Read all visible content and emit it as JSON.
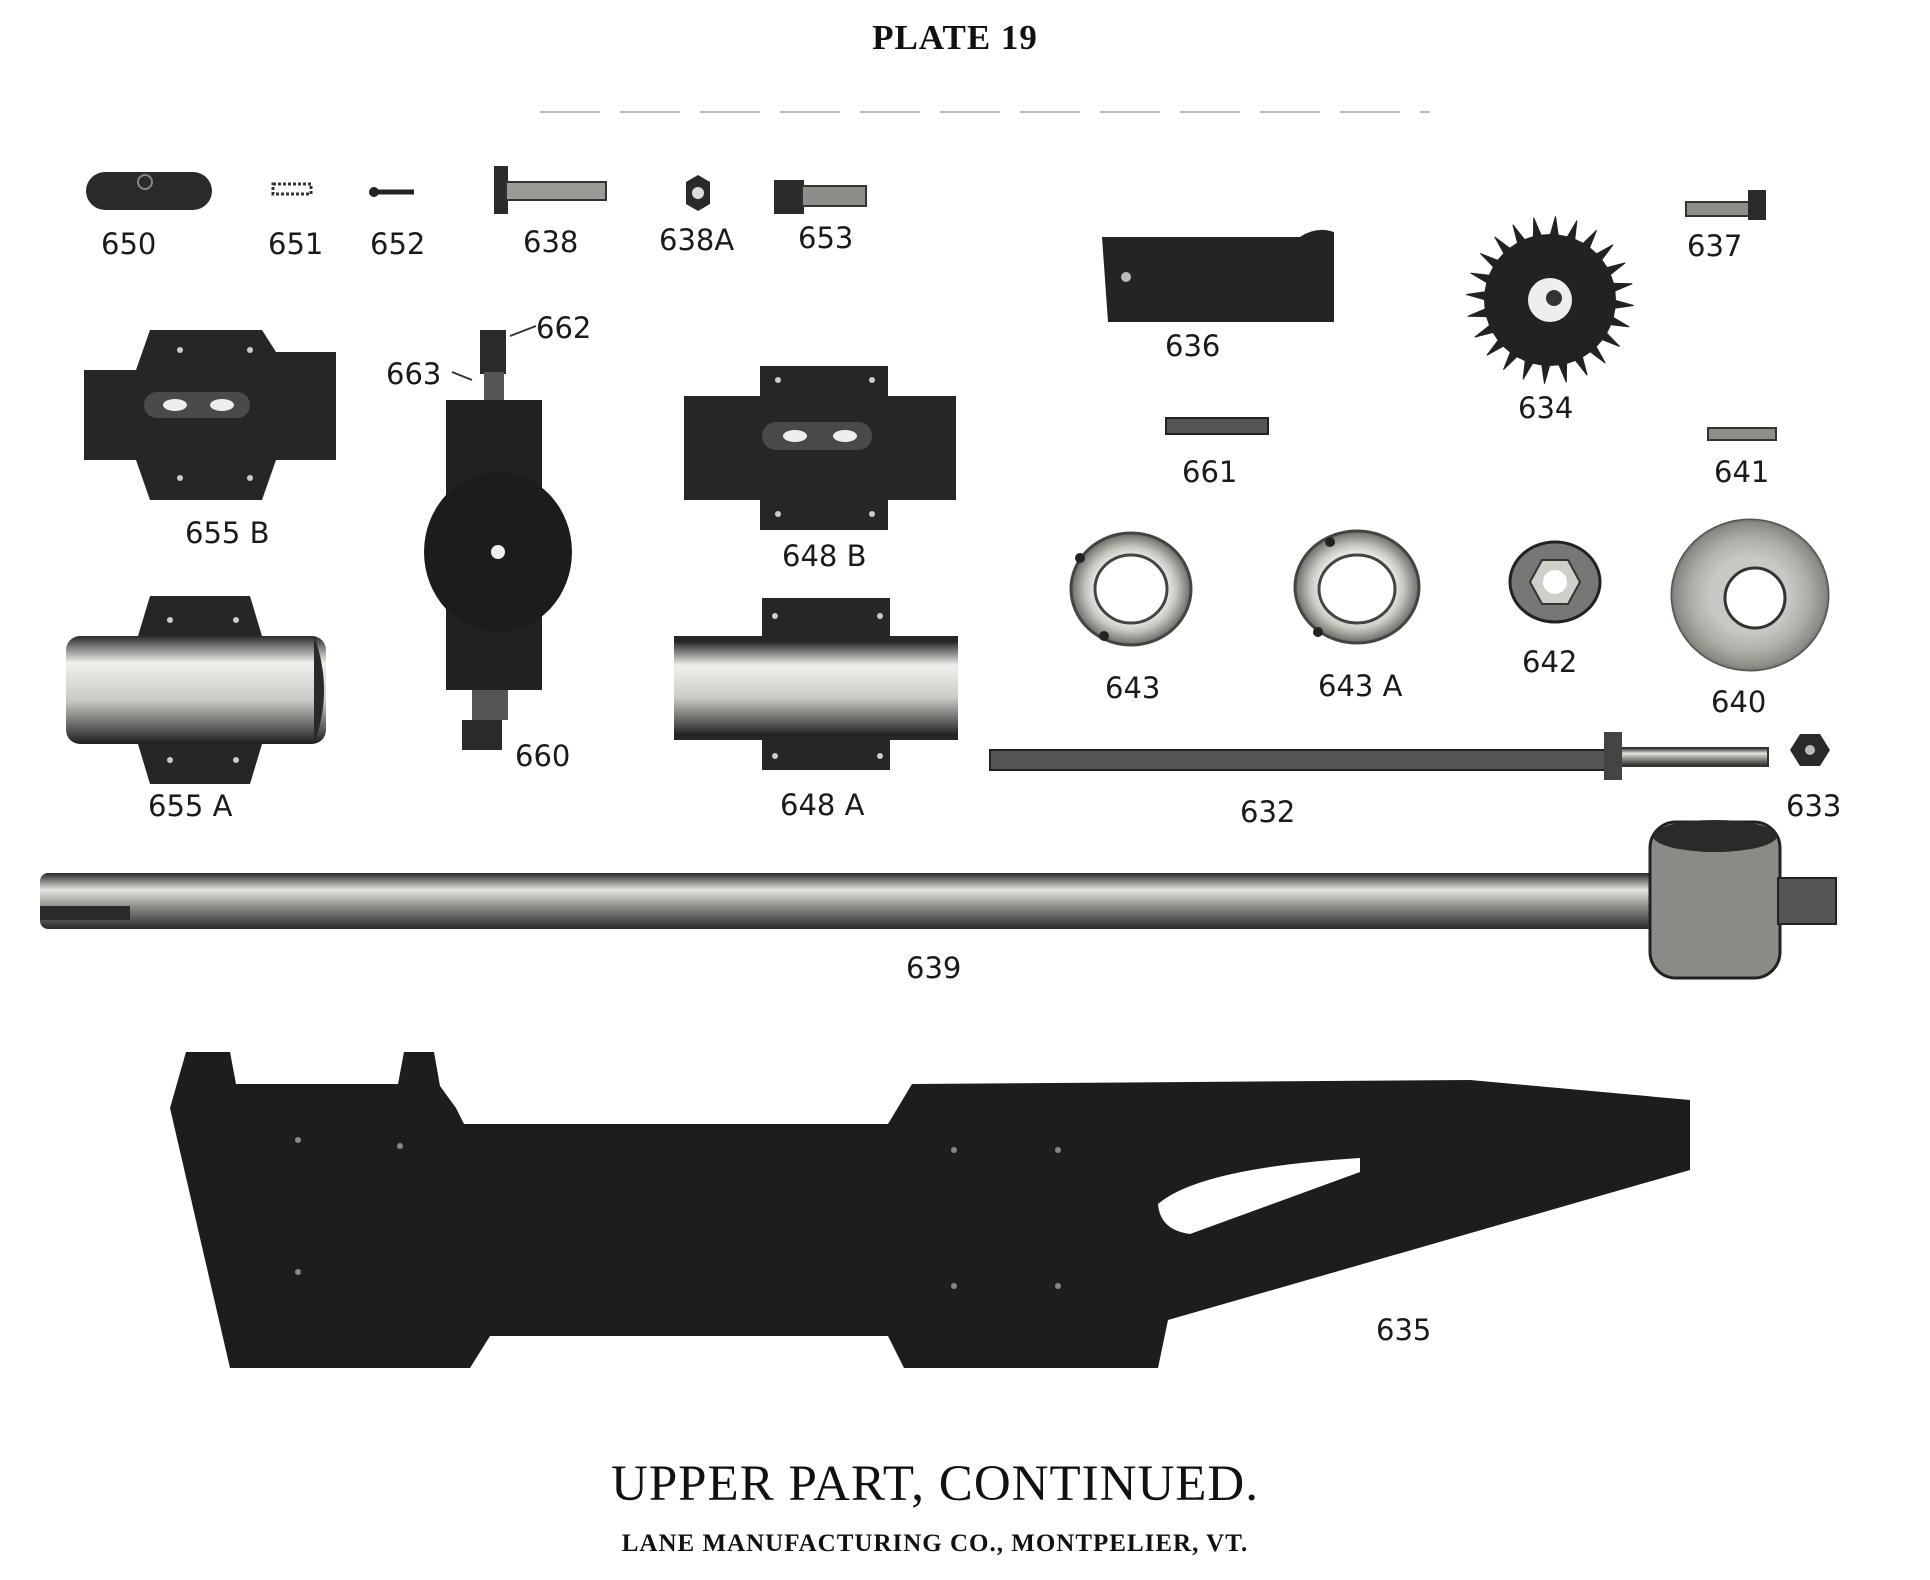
{
  "plate_title": "PLATE 19",
  "caption": "UPPER PART, CONTINUED.",
  "manufacturer": "LANE MANUFACTURING CO., MONTPELIER, VT.",
  "part_numbers": {
    "p650": "650",
    "p651": "651",
    "p652": "652",
    "p638": "638",
    "p638a": "638A",
    "p653": "653",
    "p636": "636",
    "p634": "634",
    "p637": "637",
    "p662": "662",
    "p663": "663",
    "p655b": "655 B",
    "p648b": "648 B",
    "p661": "661",
    "p641": "641",
    "p643": "643",
    "p643a": "643 A",
    "p642": "642",
    "p640": "640",
    "p655a": "655 A",
    "p660": "660",
    "p648a": "648 A",
    "p632": "632",
    "p633": "633",
    "p639": "639",
    "p635": "635"
  },
  "colors": {
    "ink": "#1a1a1a",
    "part_dark": "#222222",
    "metal_light": "#d6d6d2",
    "paper": "#ffffff"
  }
}
